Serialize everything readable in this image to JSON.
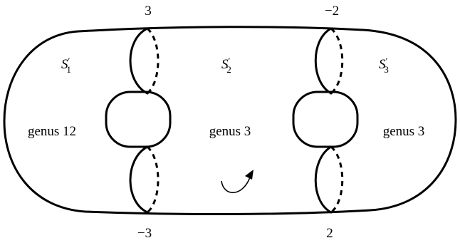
{
  "boundary_labels": {
    "top_left": "3",
    "top_right": "−2",
    "bottom_left": "−3",
    "bottom_right": "2"
  },
  "regions": [
    {
      "letter": "S",
      "prime": "′",
      "sub": "1"
    },
    {
      "letter": "S",
      "prime": "′",
      "sub": "2"
    },
    {
      "letter": "S",
      "prime": "′",
      "sub": "3"
    }
  ],
  "genus_labels": {
    "left": "genus 12",
    "middle": "genus 3",
    "right": "genus 3"
  }
}
